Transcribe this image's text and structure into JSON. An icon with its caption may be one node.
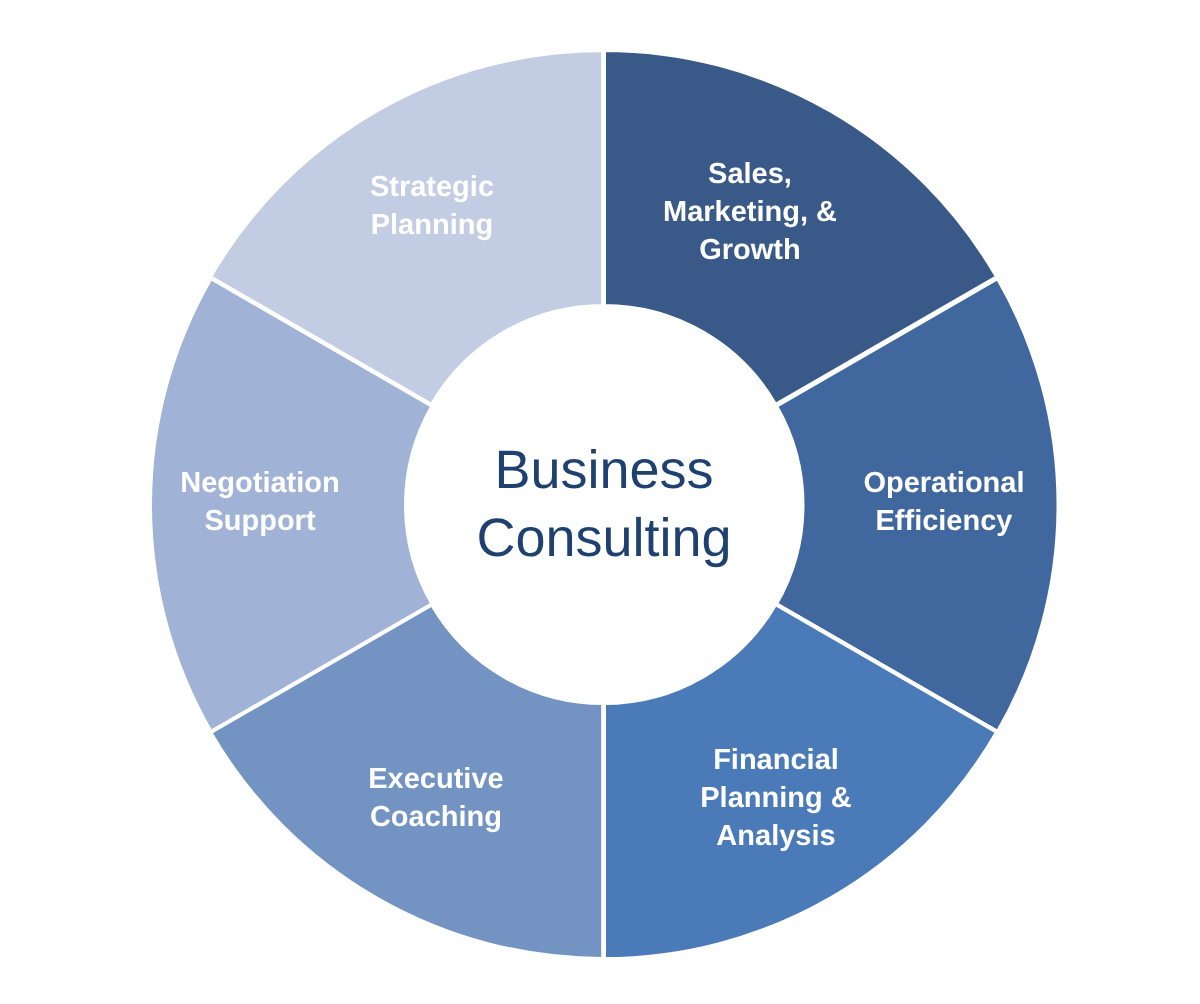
{
  "diagram": {
    "nodes": [
      {
        "text": [
          "Business Consulting"
        ]
      },
      {
        "text": [
          "Sales, Marketing, & Growth"
        ]
      },
      {
        "text": [
          "Operational Efficiency"
        ]
      },
      {
        "text": [
          "Financial Planning & Analysis"
        ]
      },
      {
        "text": [
          "Executive Coaching"
        ]
      },
      {
        "text": [
          "Negotiation Support"
        ]
      },
      {
        "text": [
          "Strategic Planning"
        ]
      }
    ]
  }
}
